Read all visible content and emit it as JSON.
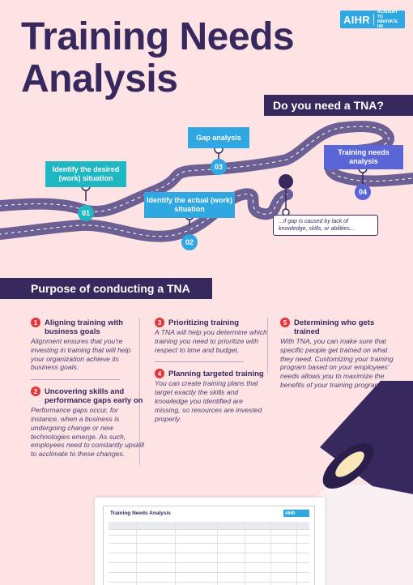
{
  "logo": {
    "brand": "AIHR",
    "tagline_1": "ACADEMY TO",
    "tagline_2": "INNOVATE HR"
  },
  "title": {
    "line1": "Training Needs",
    "line2": "Analysis"
  },
  "road": {
    "question": "Do you need a TNA?",
    "steps": [
      {
        "num": "01",
        "label": "Identify the desired (work) situation"
      },
      {
        "num": "02",
        "label": "Identify the actual (work) situation"
      },
      {
        "num": "03",
        "label": "Gap analysis"
      },
      {
        "num": "04",
        "label": "Training needs analysis"
      }
    ],
    "gap_note": "...if gap is caused by lack of knowledge, skills, or abilities..."
  },
  "purpose": {
    "heading": "Purpose of conducting a TNA",
    "items": [
      {
        "num": "1",
        "title": "Aligning training with business goals",
        "body": "Alignment ensures that you're investing in training that will help your organization achieve its business goals."
      },
      {
        "num": "2",
        "title": "Uncovering skills and performance gaps early on",
        "body": "Performance gaps occur, for instance, when a business is undergoing change or new technologies emerge. As such, employees need to constantly upskill to acclimate to these changes."
      },
      {
        "num": "3",
        "title": "Prioritizing training",
        "body": "A TNA will help you determine which training you need to prioritize with respect to time and budget."
      },
      {
        "num": "4",
        "title": "Planning targeted training",
        "body": "You can create training plans that target exactly the skills and knowledge you identified are missing, so resources are invested properly."
      },
      {
        "num": "5",
        "title": "Determining who gets trained",
        "body": "With TNA, you can make sure that specific people get trained on what they need. Customizing your training program based on your employees' needs allows you to maximize the benefits of your training programs."
      }
    ]
  },
  "doc": {
    "title": "Training Needs Analysis",
    "logo": "AIHR"
  },
  "colors": {
    "navy": "#37285e",
    "blue": "#2fa7e0",
    "teal": "#1fb8c2",
    "purple": "#5a66d8",
    "red": "#e5343a",
    "background": "#fde3e3",
    "road": "#6b5f93"
  }
}
